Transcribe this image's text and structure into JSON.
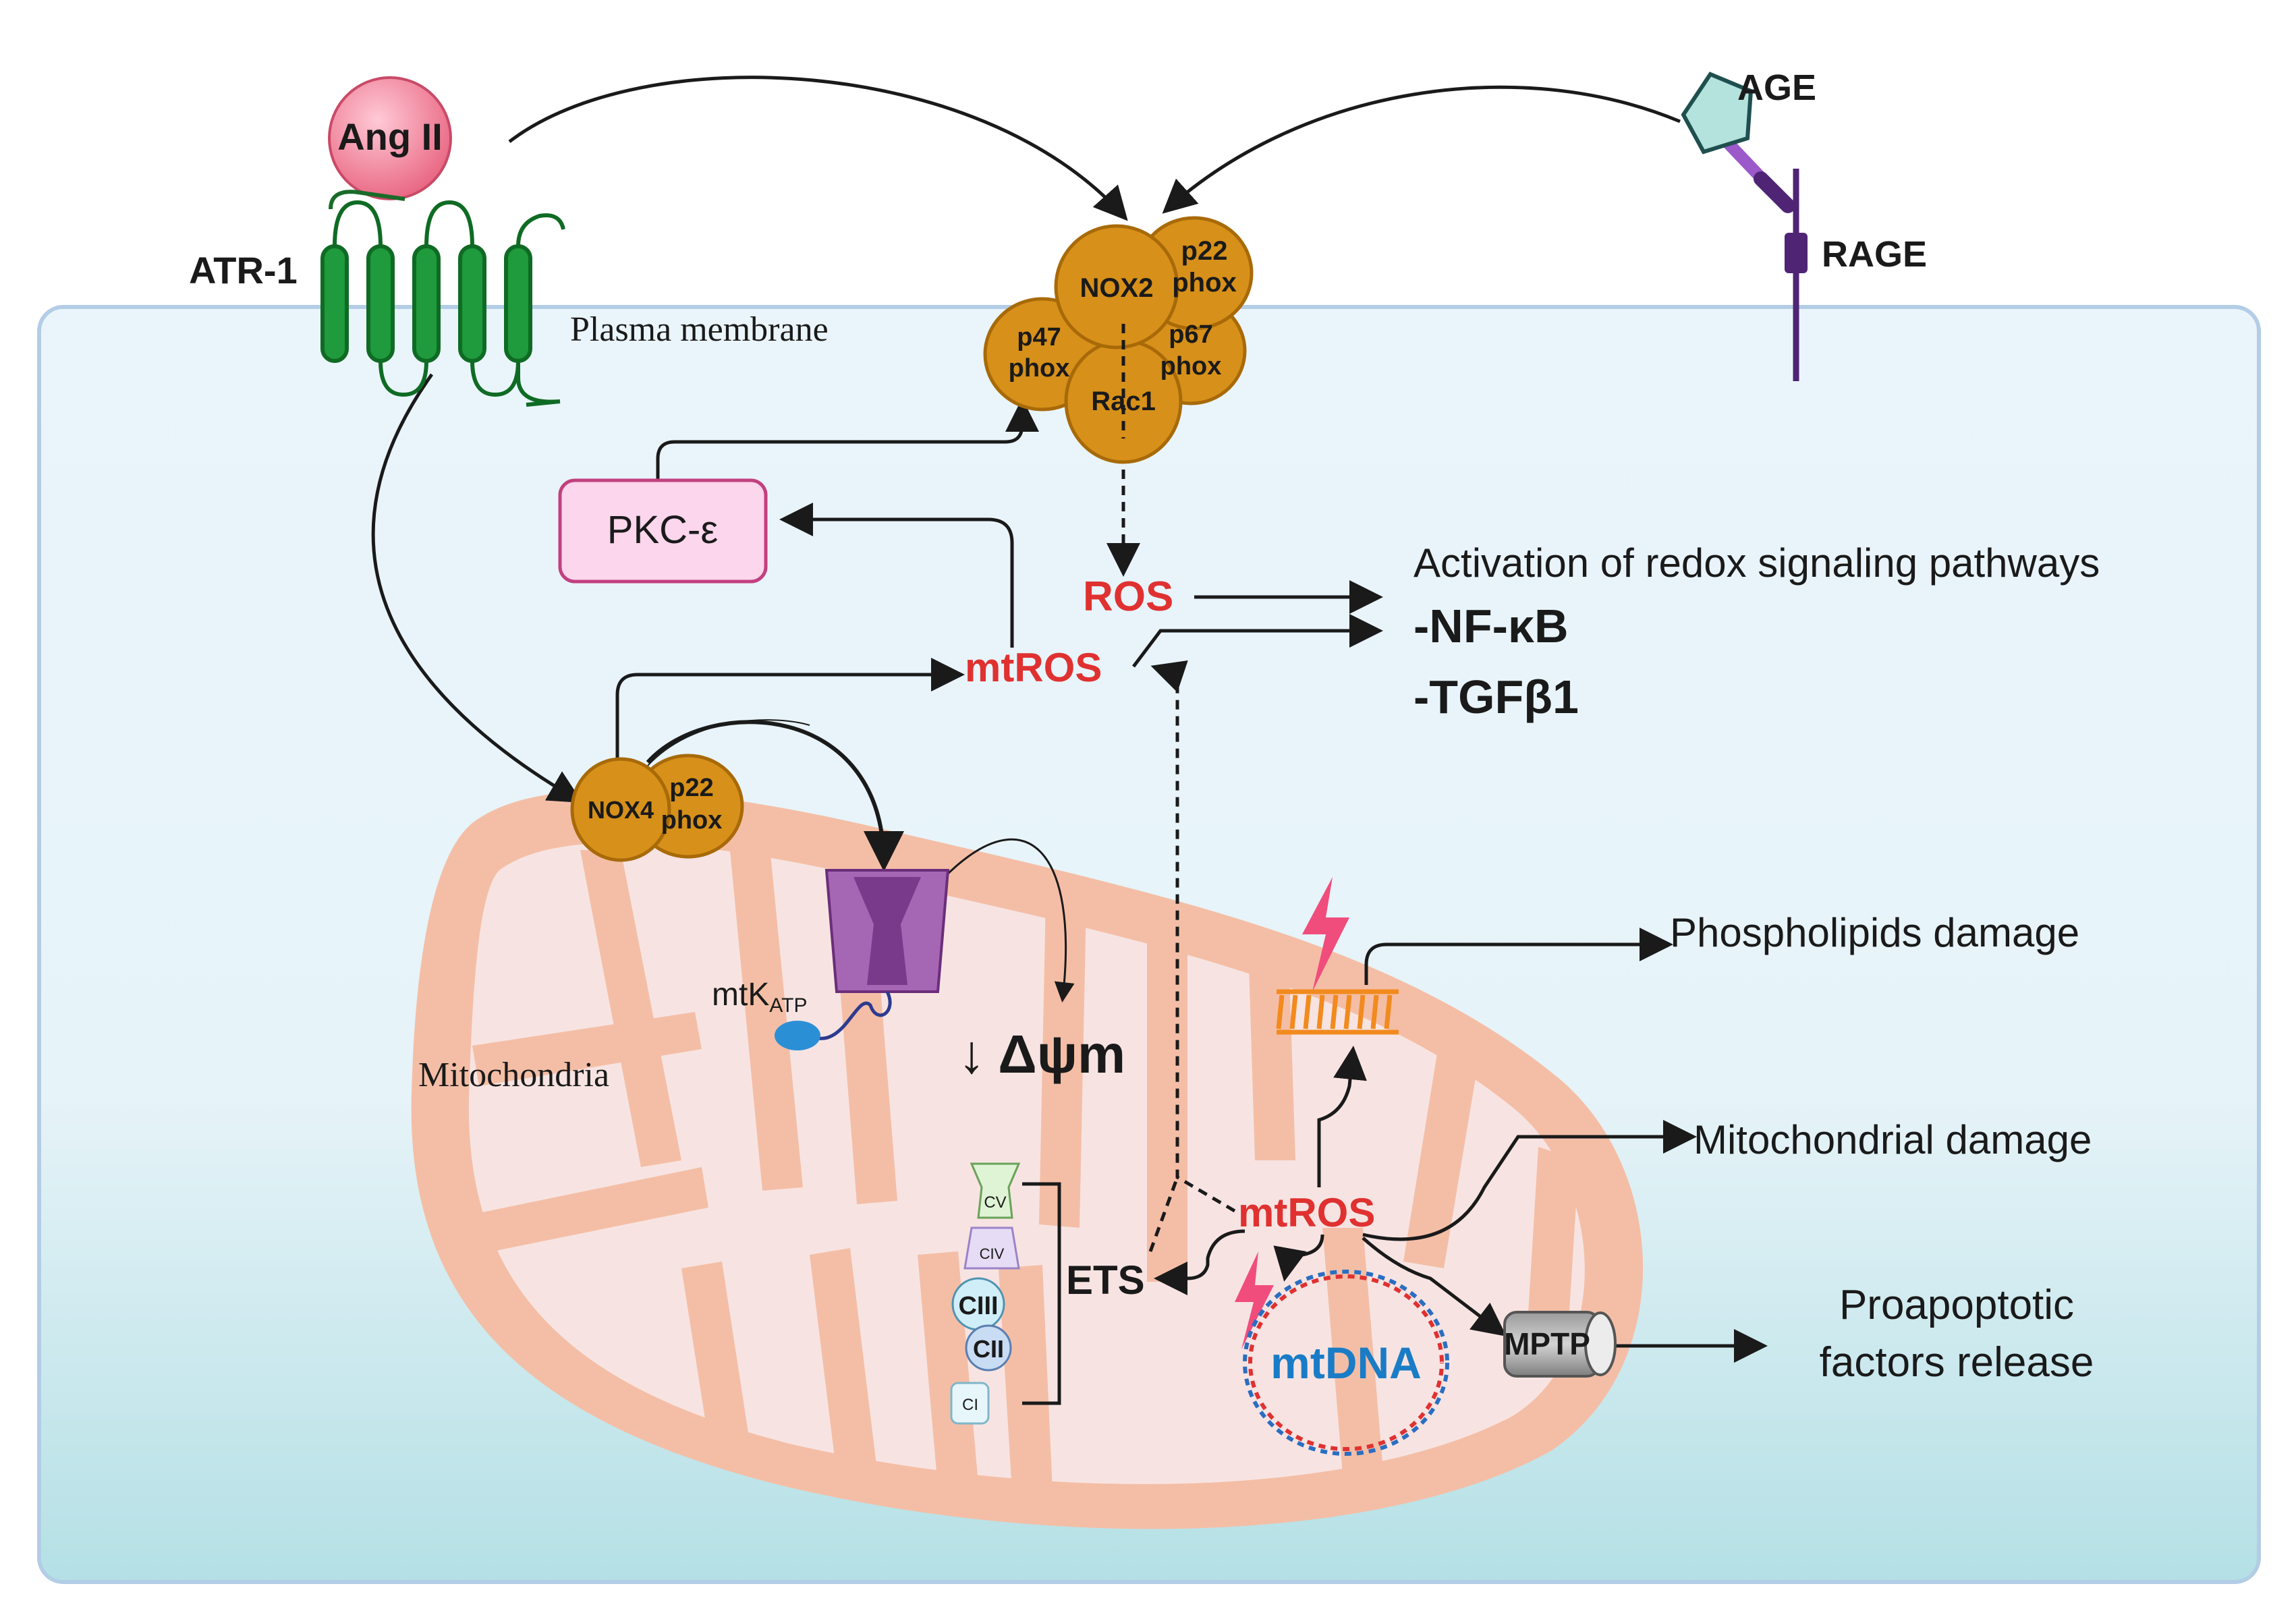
{
  "labels": {
    "ang2": "Ang II",
    "atr1": "ATR-1",
    "plasma_membrane": "Plasma membrane",
    "age": "AGE",
    "rage": "RAGE",
    "nox2": "NOX2",
    "p22phox_l1": "p22",
    "p22phox_l2": "phox",
    "p47phox_l1": "p47",
    "p47phox_l2": "phox",
    "p67phox_l1": "p67",
    "p67phox_l2": "phox",
    "rac1": "Rac1",
    "pkc": "PKC-ε",
    "ros": "ROS",
    "mtros_top": "mtROS",
    "activation": "Activation of redox signaling pathways",
    "nfkb": "-NF-κB",
    "tgfb1": "-TGFβ1",
    "nox4": "NOX4",
    "nox4_p22_l1": "p22",
    "nox4_p22_l2": "phox",
    "mtkatp": "mtK",
    "mtkatp_sub": "ATP",
    "delta_psi": "↓ Δψm",
    "mitochondria": "Mitochondria",
    "phospholipids": "Phospholipids damage",
    "mito_damage": "Mitochondrial damage",
    "mtros_mito": "mtROS",
    "ets": "ETS",
    "cv": "CV",
    "civ": "CIV",
    "ciii": "CIII",
    "cii": "CII",
    "ci": "CI",
    "mtdna": "mtDNA",
    "mptp": "MPTP",
    "proapoptotic_l1": "Proapoptotic",
    "proapoptotic_l2": "factors release"
  },
  "colors": {
    "cell_bg_top": "#e9f4fa",
    "cell_bg_bottom": "#b6e1e6",
    "cell_border": "#b3cde6",
    "mito_outer": "#f4bea6",
    "mito_inner": "#f7e4e2",
    "nox_orange": "#d79019",
    "nox_stroke": "#a86a08",
    "receptor_green": "#1f9a3c",
    "ros_red": "#e03131",
    "mtdna_blue": "#1a7cc6",
    "pkc_fill": "#fbd6ec",
    "pkc_stroke": "#c2407f",
    "lightning": "#f04d7c",
    "phospholipid_orange": "#f28a1e",
    "age_teal": "#b4e2dc",
    "rage_purple": "#4f2474",
    "mtkatp_purple": "#a566b3"
  }
}
